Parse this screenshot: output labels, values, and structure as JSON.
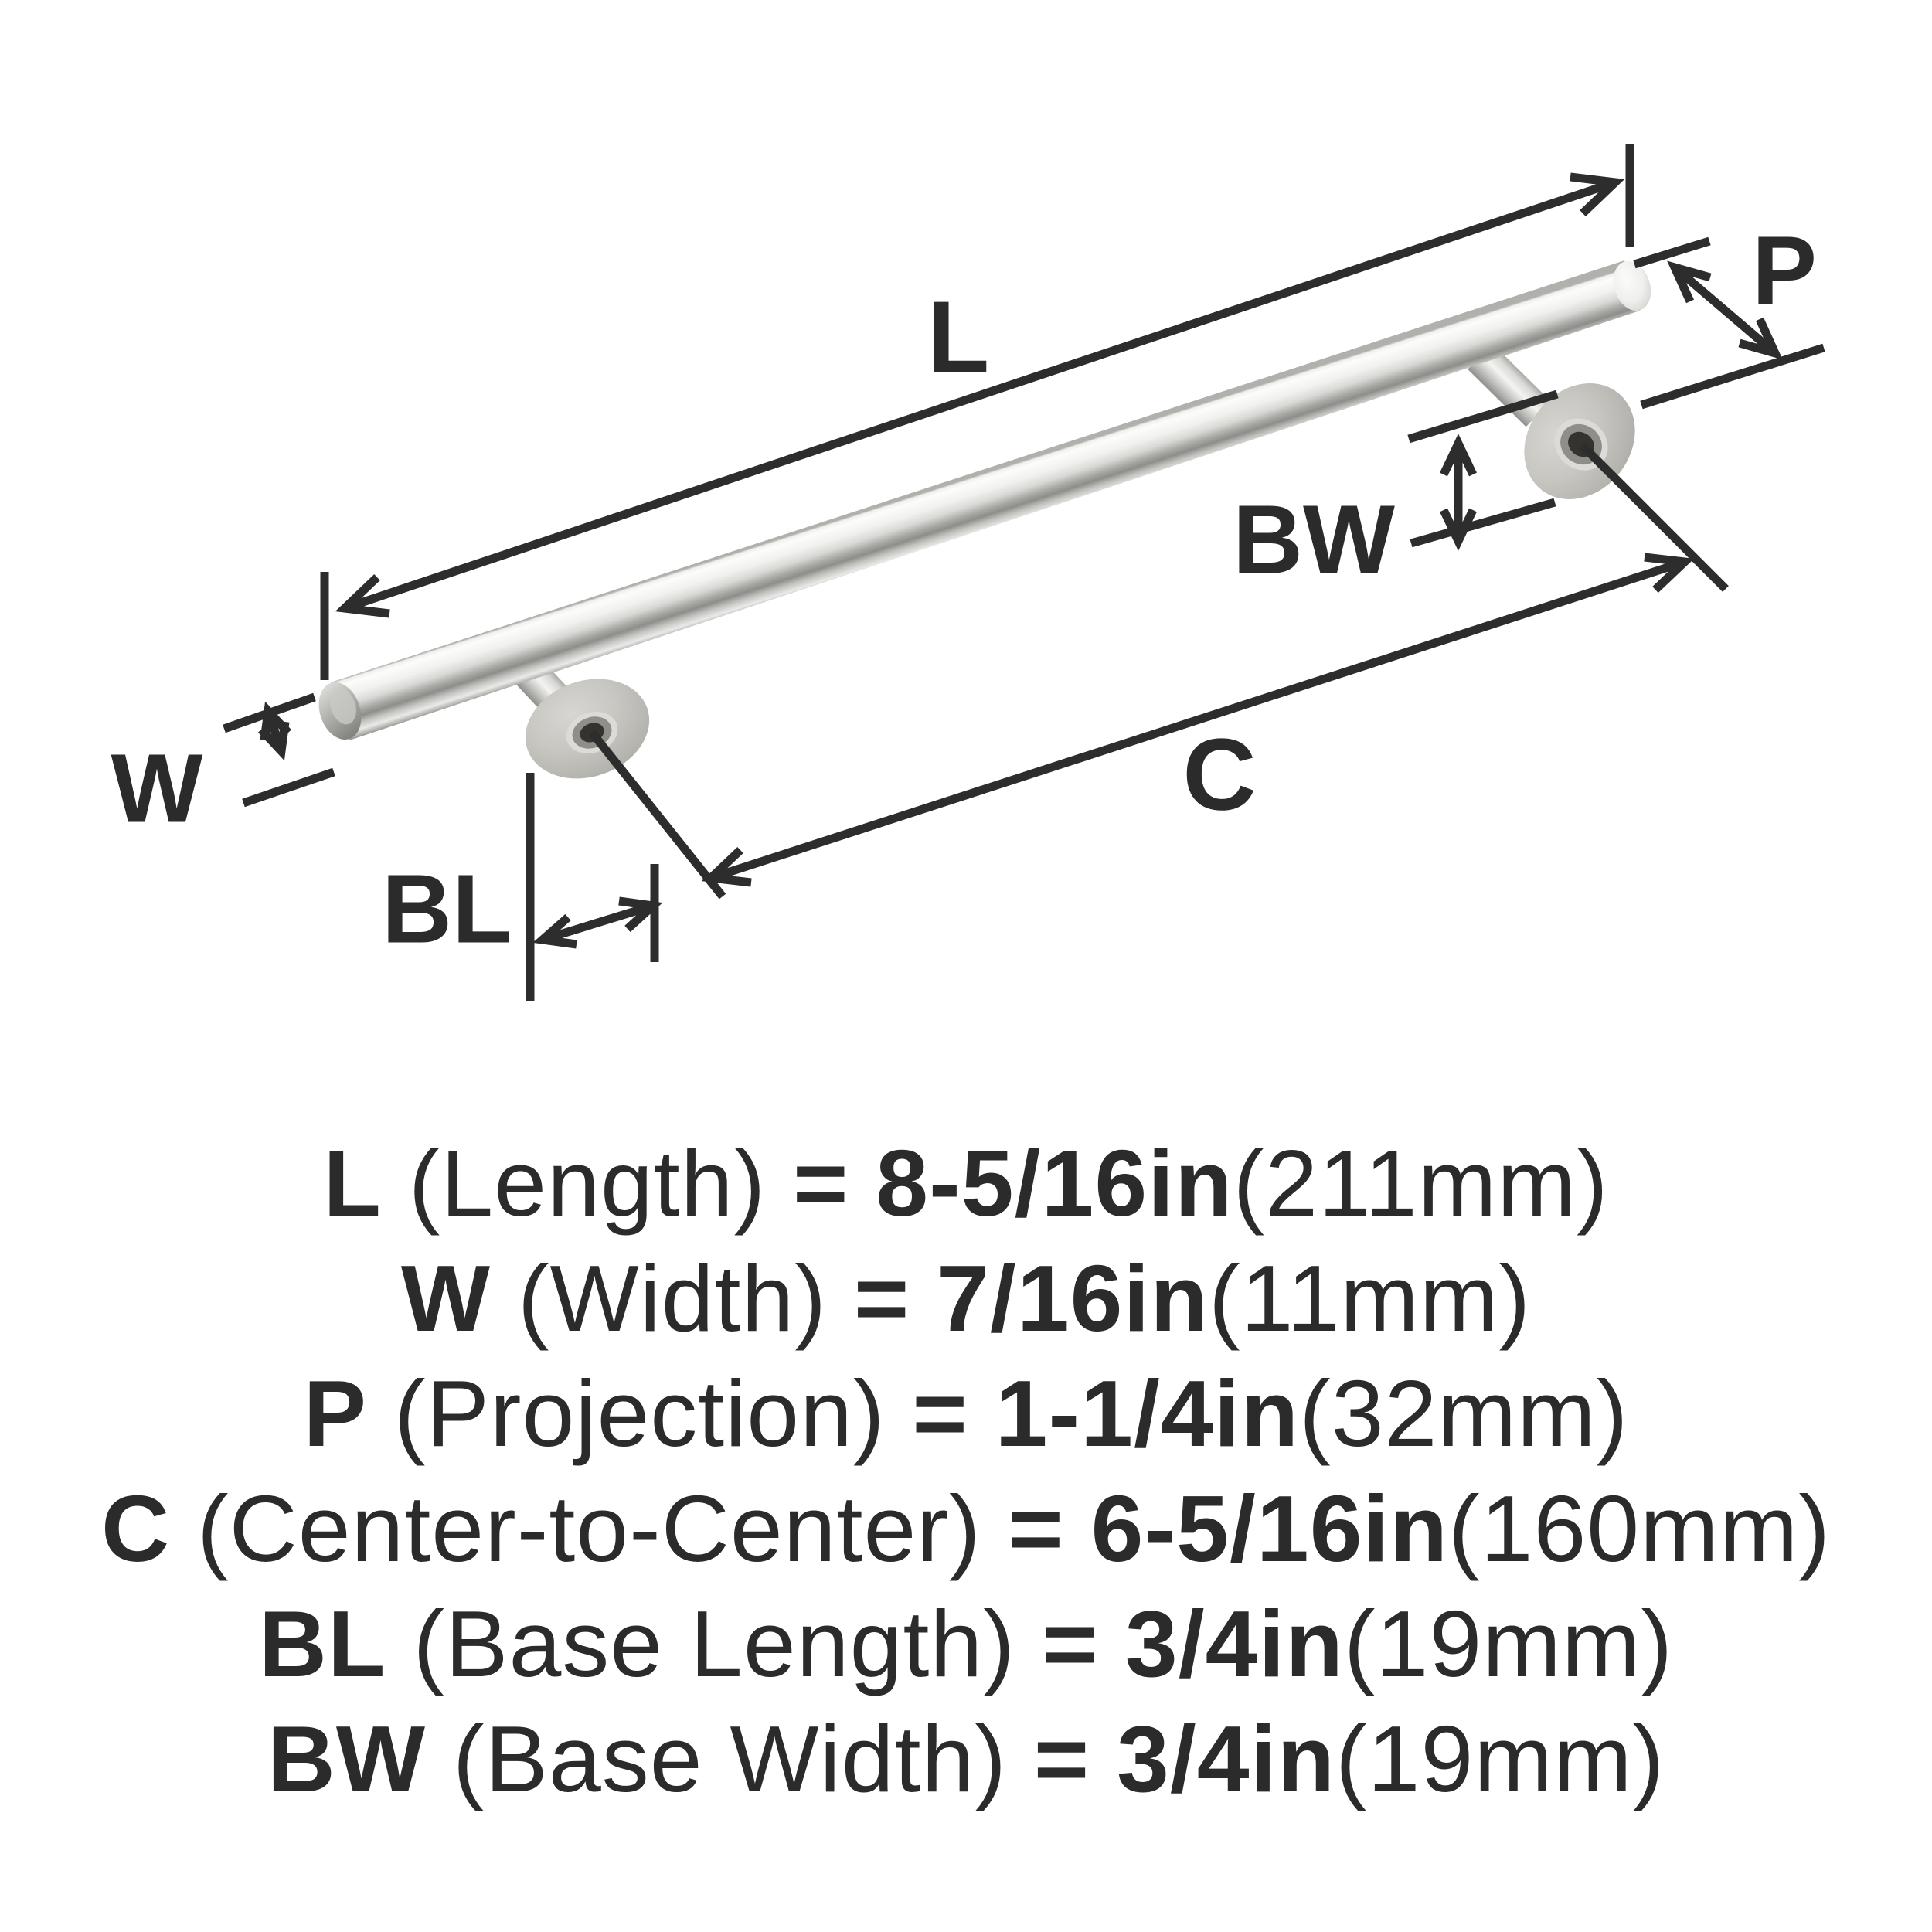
{
  "colors": {
    "background": "#ffffff",
    "annotation_line": "#2d2d2d",
    "text": "#2b2b2b",
    "metal_highlight": "#fbfbfa",
    "metal_shadow": "#8c8c89",
    "base_metal": "#c6c5c0",
    "hole_dark": "#343330"
  },
  "diagram": {
    "description": "Isometric render of a cylindrical bar cabinet pull with two round-base posts, annotated with dimension lines",
    "labels": {
      "length": "L",
      "width": "W",
      "projection": "P",
      "center_to_center": "C",
      "base_length": "BL",
      "base_width": "BW"
    }
  },
  "spec": {
    "lines": [
      {
        "segments": [
          {
            "text": "L",
            "bold": true
          },
          {
            "text": " (Length) ",
            "bold": false
          },
          {
            "text": "= 8-5/16in",
            "bold": true
          },
          {
            "text": "(211mm)",
            "bold": false
          }
        ]
      },
      {
        "segments": [
          {
            "text": "W",
            "bold": true
          },
          {
            "text": " (Width) ",
            "bold": false
          },
          {
            "text": "= 7/16in",
            "bold": true
          },
          {
            "text": "(11mm)",
            "bold": false
          }
        ]
      },
      {
        "segments": [
          {
            "text": "P",
            "bold": true
          },
          {
            "text": " (Projection) ",
            "bold": false
          },
          {
            "text": "= 1-1/4in",
            "bold": true
          },
          {
            "text": "(32mm)",
            "bold": false
          }
        ]
      },
      {
        "segments": [
          {
            "text": "C",
            "bold": true
          },
          {
            "text": " (Center-to-Center) ",
            "bold": false
          },
          {
            "text": "= 6-5/16in",
            "bold": true
          },
          {
            "text": "(160mm)",
            "bold": false
          }
        ]
      },
      {
        "segments": [
          {
            "text": "BL",
            "bold": true
          },
          {
            "text": " (Base Length) ",
            "bold": false
          },
          {
            "text": "= 3/4in",
            "bold": true
          },
          {
            "text": "(19mm)",
            "bold": false
          }
        ]
      },
      {
        "segments": [
          {
            "text": "BW",
            "bold": true
          },
          {
            "text": " (Base Width) ",
            "bold": false
          },
          {
            "text": "= 3/4in",
            "bold": true
          },
          {
            "text": "(19mm)",
            "bold": false
          }
        ]
      }
    ]
  }
}
